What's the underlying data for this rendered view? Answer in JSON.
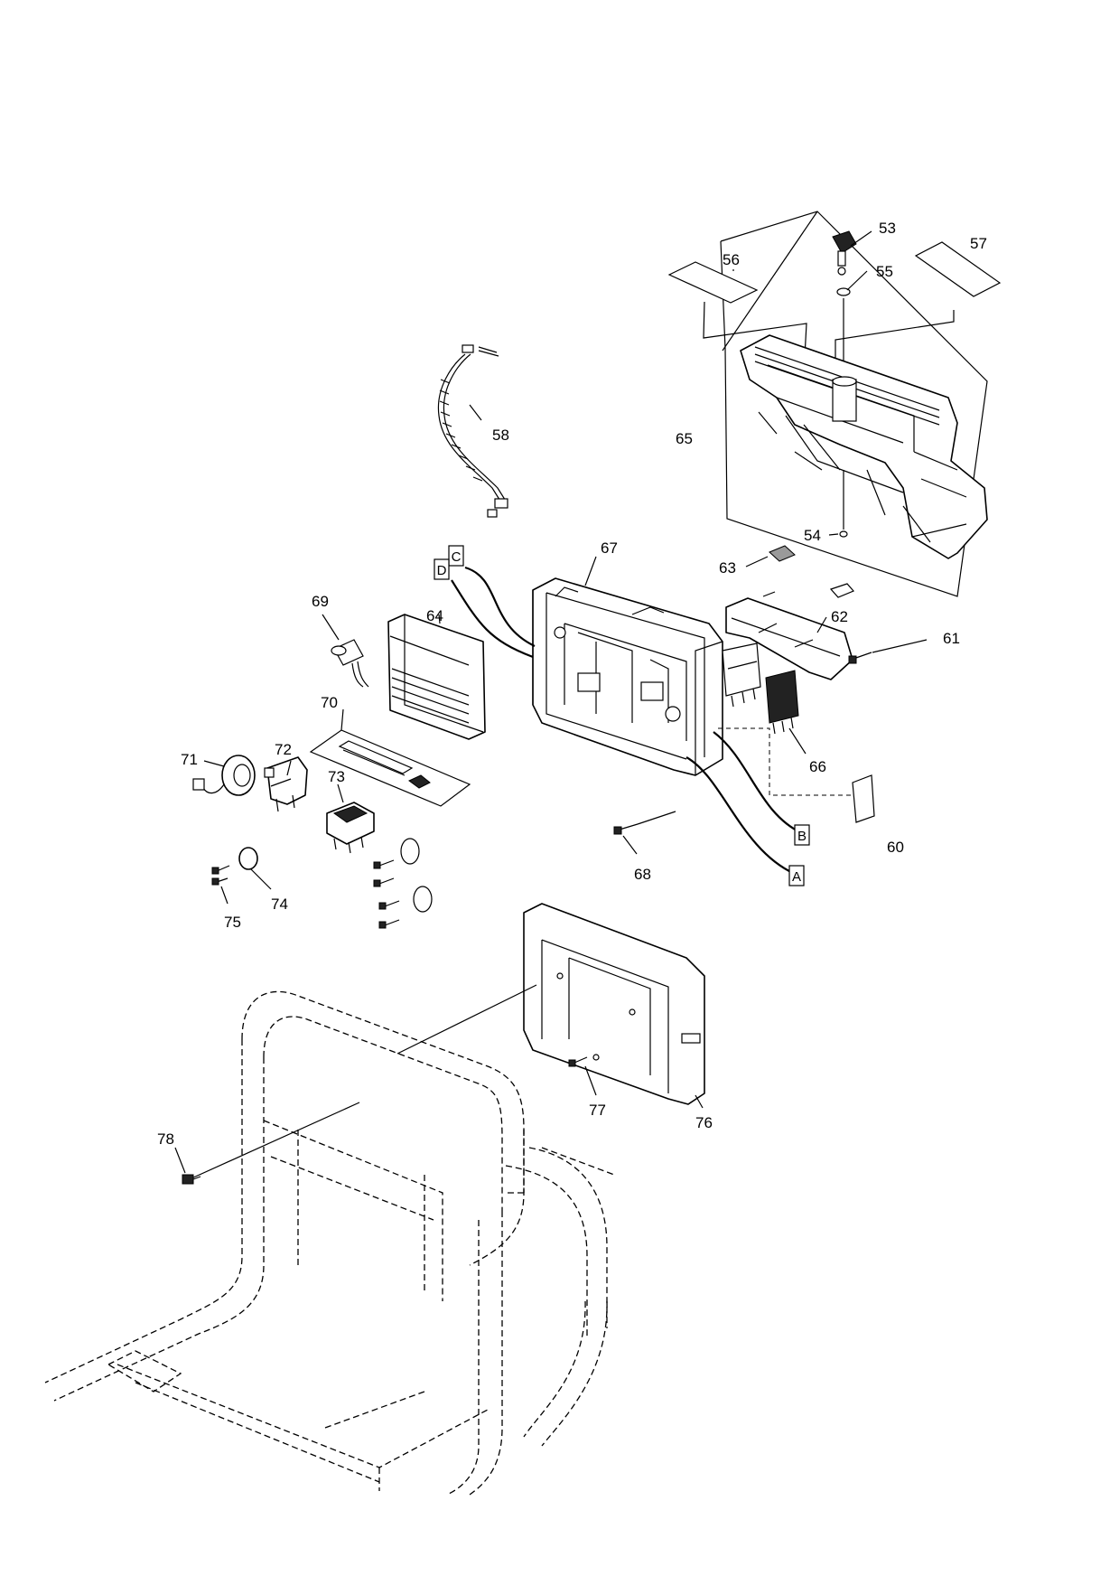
{
  "labels": {
    "p53": "53",
    "p54": "54",
    "p55": "55",
    "p56": "56",
    "p57": "57",
    "p58": "58",
    "p60": "60",
    "p61": "61",
    "p62": "62",
    "p63": "63",
    "p64": "64",
    "p65": "65",
    "p66": "66",
    "p67": "67",
    "p68": "68",
    "p69": "69",
    "p70": "70",
    "p71": "71",
    "p72": "72",
    "p73": "73",
    "p74": "74",
    "p75": "75",
    "p76": "76",
    "p77": "77",
    "p78": "78"
  },
  "connectors": {
    "A": "A",
    "B": "B",
    "C": "C",
    "D": "D"
  }
}
